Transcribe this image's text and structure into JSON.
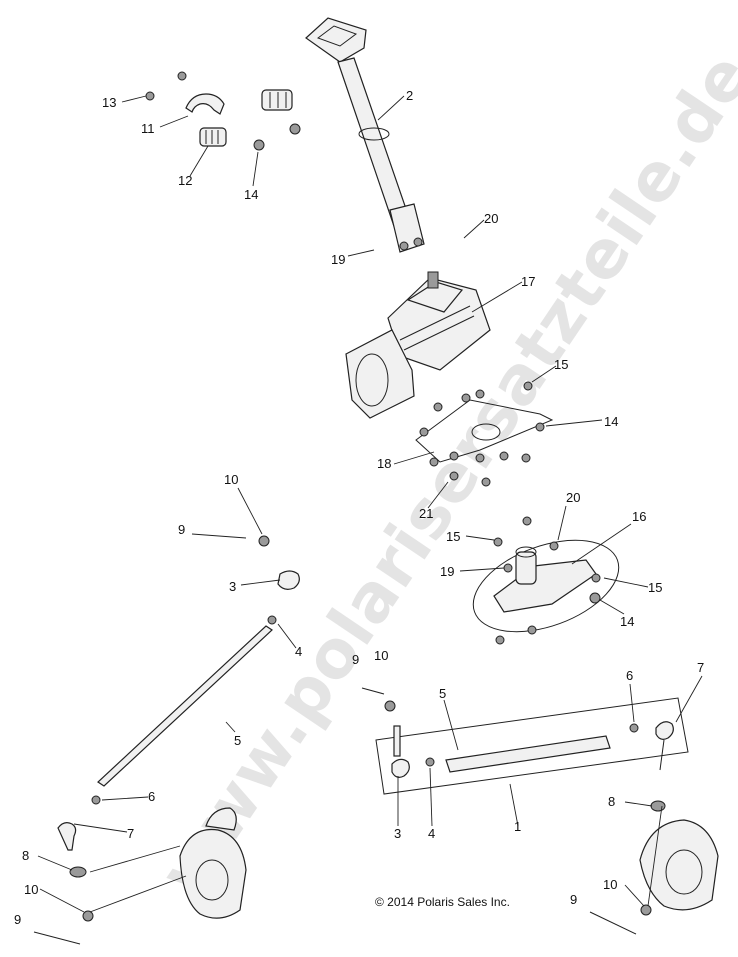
{
  "watermark": "www.polarisersatzteile.de",
  "copyright": "© 2014 Polaris Sales Inc.",
  "callouts": [
    {
      "id": "c13",
      "label": "13"
    },
    {
      "id": "c11",
      "label": "11"
    },
    {
      "id": "c12",
      "label": "12"
    },
    {
      "id": "c14a",
      "label": "14"
    },
    {
      "id": "c2",
      "label": "2"
    },
    {
      "id": "c20a",
      "label": "20"
    },
    {
      "id": "c19a",
      "label": "19"
    },
    {
      "id": "c17",
      "label": "17"
    },
    {
      "id": "c15a",
      "label": "15"
    },
    {
      "id": "c14b",
      "label": "14"
    },
    {
      "id": "c18",
      "label": "18"
    },
    {
      "id": "c21",
      "label": "21"
    },
    {
      "id": "c10a",
      "label": "10"
    },
    {
      "id": "c9a",
      "label": "9"
    },
    {
      "id": "c3a",
      "label": "3"
    },
    {
      "id": "c4a",
      "label": "4"
    },
    {
      "id": "c20b",
      "label": "20"
    },
    {
      "id": "c15b",
      "label": "15"
    },
    {
      "id": "c16",
      "label": "16"
    },
    {
      "id": "c19b",
      "label": "19"
    },
    {
      "id": "c15c",
      "label": "15"
    },
    {
      "id": "c14c",
      "label": "14"
    },
    {
      "id": "c9b",
      "label": "9"
    },
    {
      "id": "c10b",
      "label": "10"
    },
    {
      "id": "c5a",
      "label": "5"
    },
    {
      "id": "c6a",
      "label": "6"
    },
    {
      "id": "c7a",
      "label": "7"
    },
    {
      "id": "c5b",
      "label": "5"
    },
    {
      "id": "c6b",
      "label": "6"
    },
    {
      "id": "c7b",
      "label": "7"
    },
    {
      "id": "c8a",
      "label": "8"
    },
    {
      "id": "c8b",
      "label": "8"
    },
    {
      "id": "c3b",
      "label": "3"
    },
    {
      "id": "c4b",
      "label": "4"
    },
    {
      "id": "c1",
      "label": "1"
    },
    {
      "id": "c10c",
      "label": "10"
    },
    {
      "id": "c9c",
      "label": "9"
    },
    {
      "id": "c10d",
      "label": "10"
    },
    {
      "id": "c9d",
      "label": "9"
    }
  ]
}
